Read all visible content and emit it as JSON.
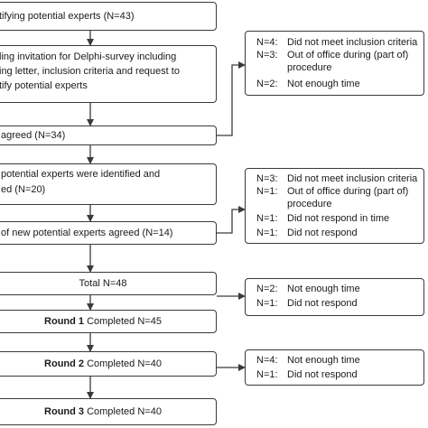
{
  "main_boxes": [
    {
      "id": "b1",
      "lines": [
        "tifying potential experts (N=43)"
      ]
    },
    {
      "id": "b2",
      "lines": [
        "ling invitation for Delphi-survey including",
        "ing letter, inclusion criteria and request to",
        "tify potential experts"
      ]
    },
    {
      "id": "b3",
      "lines": [
        "agreed (N=34)"
      ]
    },
    {
      "id": "b4",
      "lines": [
        "potential experts were identified and",
        "ed (N=20)"
      ]
    },
    {
      "id": "b5",
      "lines": [
        "of new potential experts agreed (N=14)"
      ]
    },
    {
      "id": "b6",
      "lines": [
        "Total N=48"
      ]
    },
    {
      "id": "b7",
      "bold": "Round 1",
      "rest": " Completed N=45"
    },
    {
      "id": "b8",
      "bold": "Round 2",
      "rest": " Completed N=40"
    },
    {
      "id": "b9",
      "bold": "Round 3",
      "rest": " Completed N=40"
    }
  ],
  "side_boxes": [
    {
      "id": "s1",
      "rows": [
        {
          "n": "N=4:",
          "t": "Did not meet inclusion criteria"
        },
        {
          "n": "N=3:",
          "t": "Out of office during (part of)"
        },
        {
          "n": "",
          "t": "procedure"
        },
        {
          "n": "N=2:",
          "t": "Not enough time"
        }
      ]
    },
    {
      "id": "s2",
      "rows": [
        {
          "n": "N=3:",
          "t": "Did not meet inclusion criteria"
        },
        {
          "n": "N=1:",
          "t": "Out of office during (part of)"
        },
        {
          "n": "",
          "t": "procedure"
        },
        {
          "n": "N=1:",
          "t": "Did not respond in time"
        },
        {
          "n": "N=1:",
          "t": "Did not respond"
        }
      ]
    },
    {
      "id": "s3",
      "rows": [
        {
          "n": "N=2:",
          "t": "Not enough time"
        },
        {
          "n": "N=1:",
          "t": "Did not respond"
        }
      ]
    },
    {
      "id": "s4",
      "rows": [
        {
          "n": "N=4:",
          "t": "Not enough time"
        },
        {
          "n": "N=1:",
          "t": "Did not respond"
        }
      ]
    }
  ]
}
